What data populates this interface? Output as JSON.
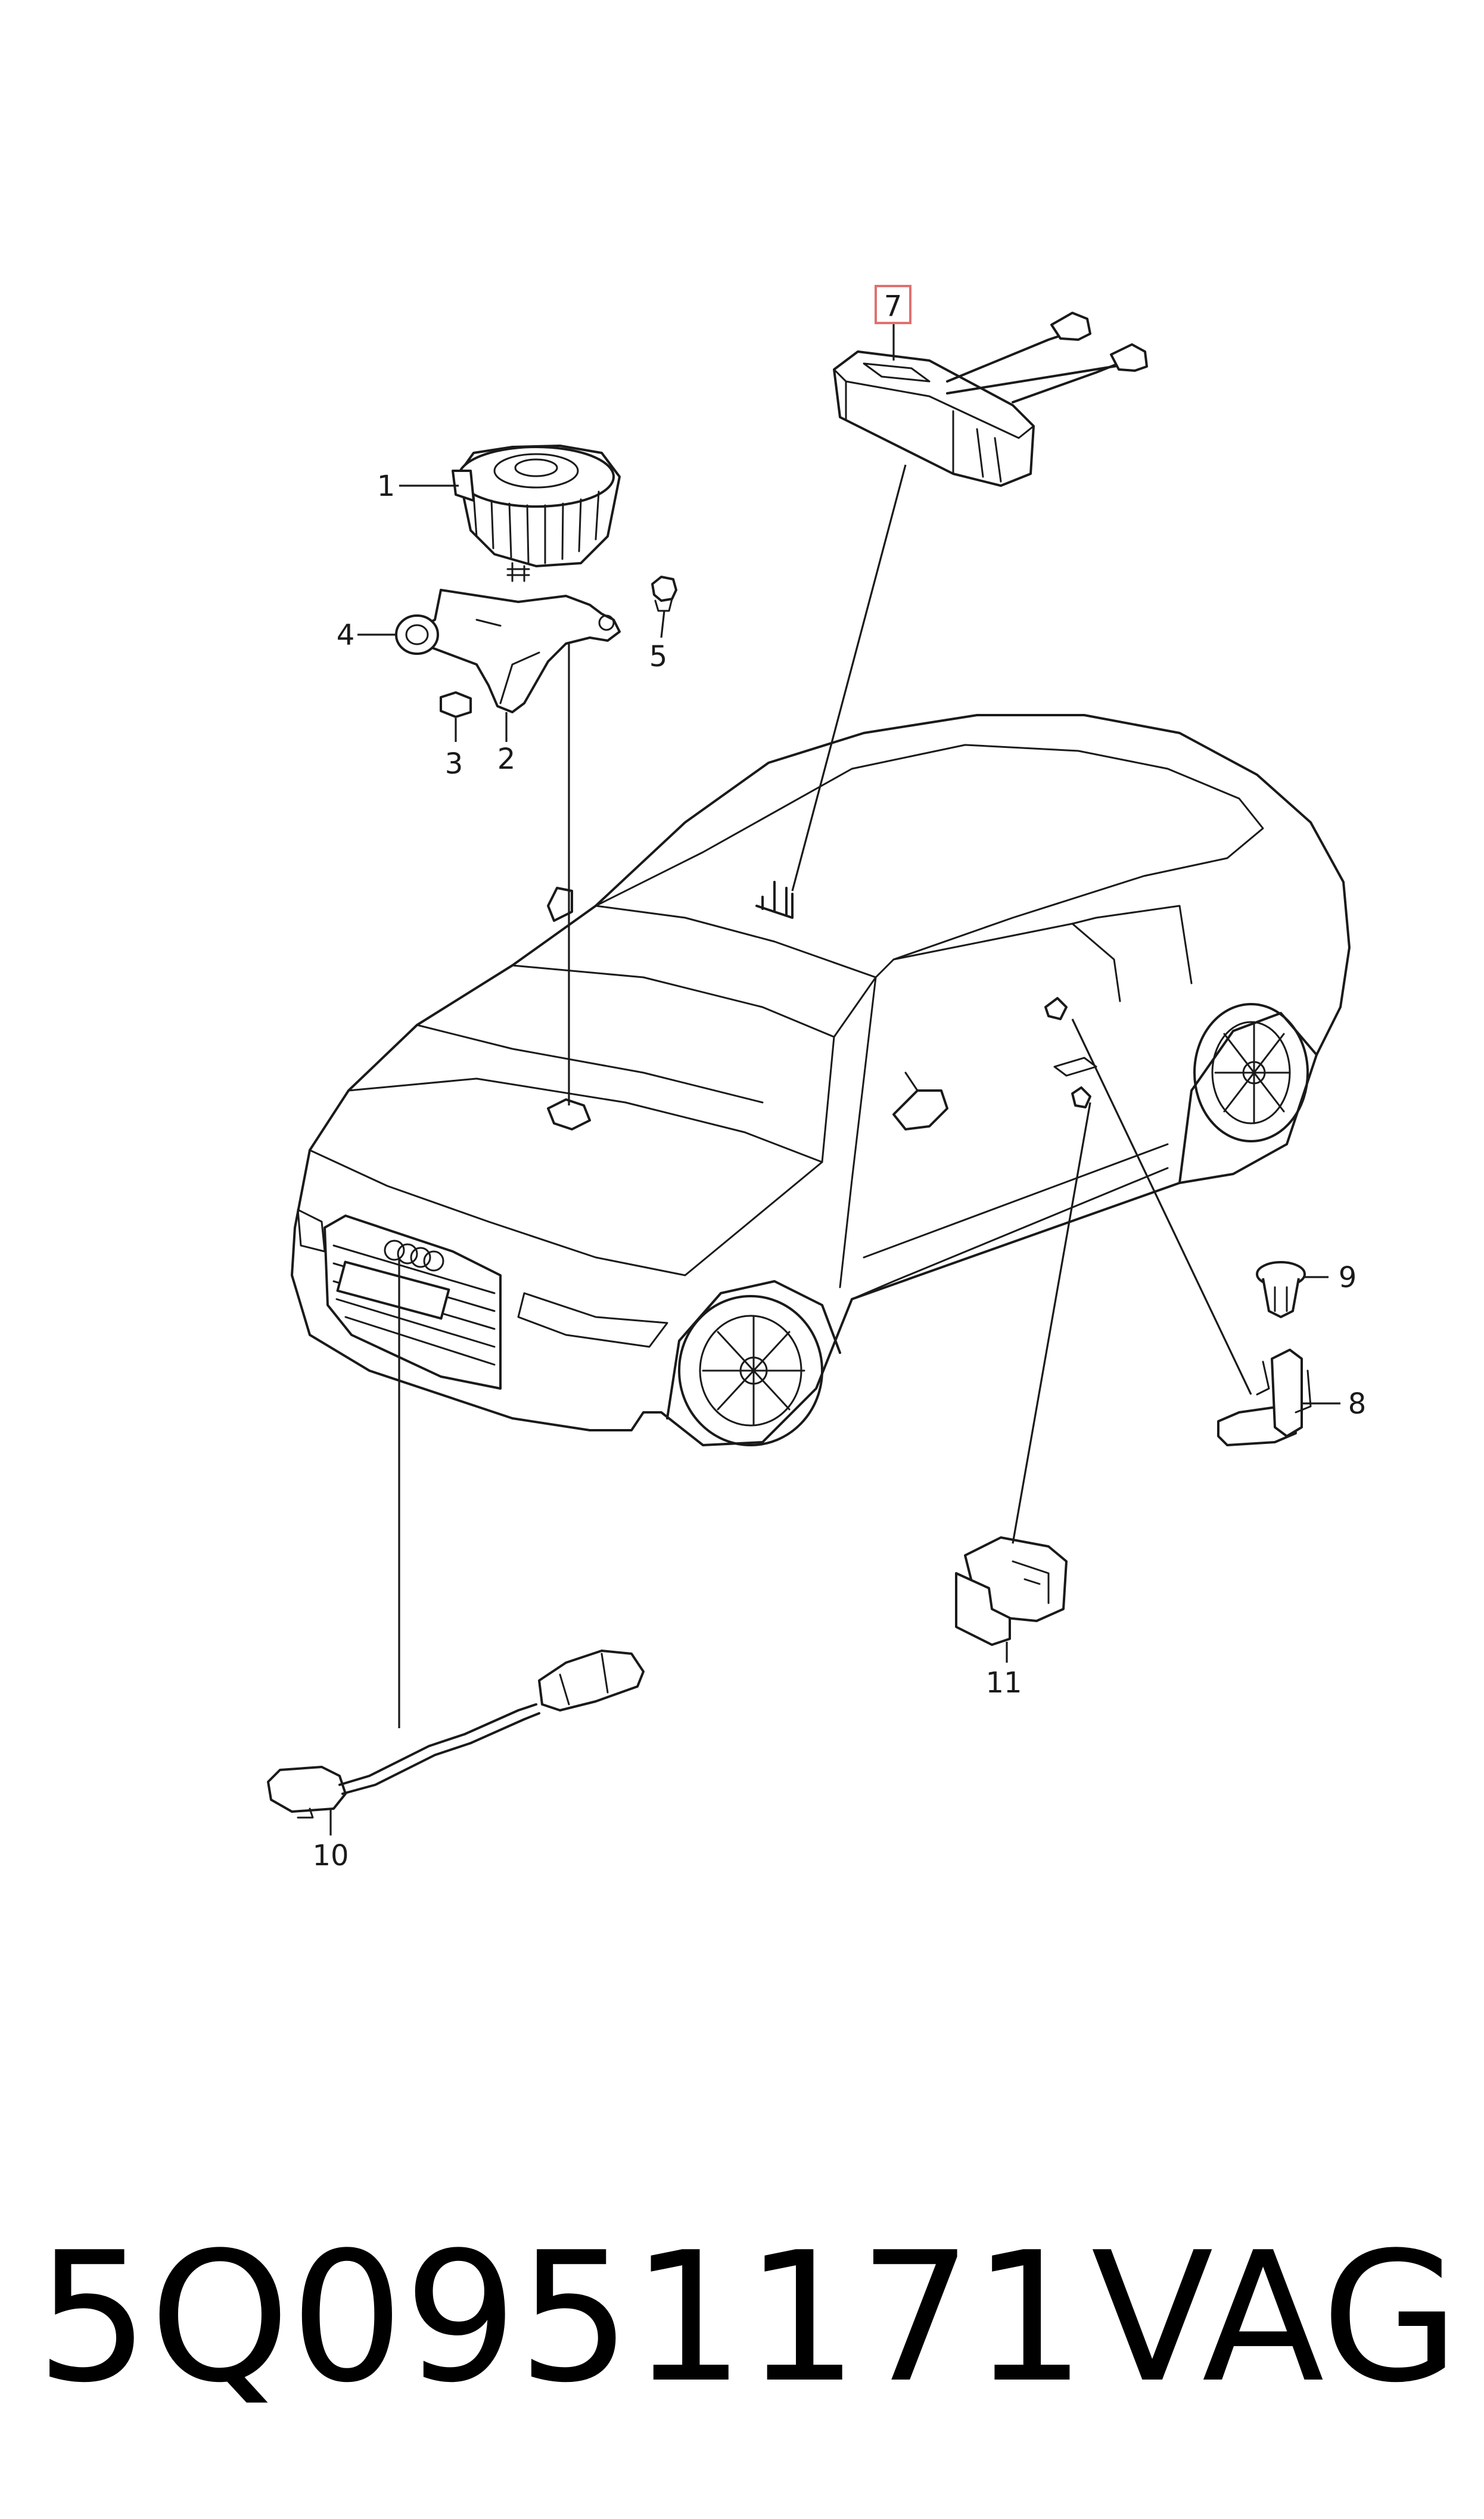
{
  "diagram": {
    "callouts": [
      {
        "id": "1",
        "label": "1"
      },
      {
        "id": "2",
        "label": "2"
      },
      {
        "id": "3",
        "label": "3"
      },
      {
        "id": "4",
        "label": "4"
      },
      {
        "id": "5",
        "label": "5"
      },
      {
        "id": "7",
        "label": "7",
        "highlighted": true
      },
      {
        "id": "8",
        "label": "8"
      },
      {
        "id": "9",
        "label": "9"
      },
      {
        "id": "10",
        "label": "10"
      },
      {
        "id": "11",
        "label": "11"
      }
    ],
    "highlight_color": "#e07070"
  },
  "footer": {
    "part_number": "5Q0951171",
    "brand": "VAG"
  }
}
